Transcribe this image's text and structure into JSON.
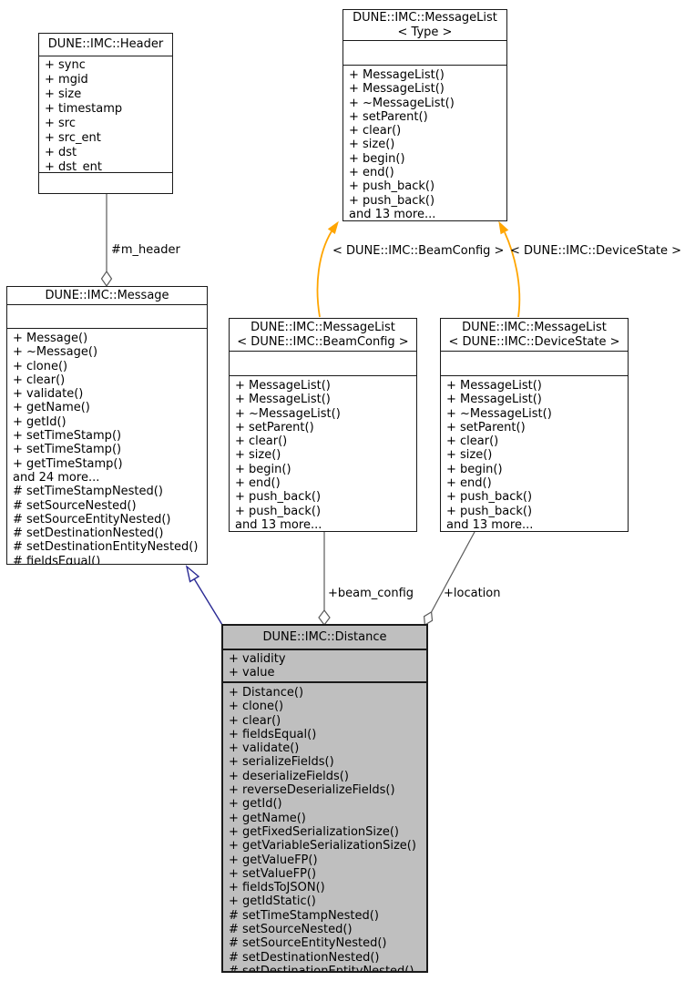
{
  "diagram": {
    "type": "uml-collaboration-diagram",
    "colors": {
      "edge": "#5a5a5a",
      "template_edge": "#ffa500",
      "inheritance_edge": "#2a2a94",
      "border": "#1a1a1a",
      "node_fill": "#ffffff",
      "selected_fill": "#bfbfbf",
      "text": "#000000",
      "bg": "#ffffff"
    },
    "classes": {
      "header": {
        "title": "DUNE::IMC::Header",
        "attributes": [
          "+ sync",
          "+ mgid",
          "+ size",
          "+ timestamp",
          "+ src",
          "+ src_ent",
          "+ dst",
          "+ dst_ent"
        ],
        "methods": []
      },
      "messagelist_type": {
        "title_line1": "DUNE::IMC::MessageList",
        "title_line2": "< Type >",
        "attributes": [],
        "methods": [
          "+ MessageList()",
          "+ MessageList()",
          "+ ~MessageList()",
          "+ setParent()",
          "+ clear()",
          "+ size()",
          "+ begin()",
          "+ end()",
          "+ push_back()",
          "+ push_back()",
          "and 13 more..."
        ]
      },
      "message": {
        "title": "DUNE::IMC::Message",
        "attributes": [],
        "methods": [
          "+ Message()",
          "+ ~Message()",
          "+ clone()",
          "+ clear()",
          "+ validate()",
          "+ getName()",
          "+ getId()",
          "+ setTimeStamp()",
          "+ setTimeStamp()",
          "+ getTimeStamp()",
          "and 24 more...",
          "# setTimeStampNested()",
          "# setSourceNested()",
          "# setSourceEntityNested()",
          "# setDestinationNested()",
          "# setDestinationEntityNested()",
          "# fieldsEqual()"
        ]
      },
      "messagelist_beamconfig": {
        "title_line1": "DUNE::IMC::MessageList",
        "title_line2": "< DUNE::IMC::BeamConfig >",
        "attributes": [],
        "methods": [
          "+ MessageList()",
          "+ MessageList()",
          "+ ~MessageList()",
          "+ setParent()",
          "+ clear()",
          "+ size()",
          "+ begin()",
          "+ end()",
          "+ push_back()",
          "+ push_back()",
          "and 13 more..."
        ]
      },
      "messagelist_devicestate": {
        "title_line1": "DUNE::IMC::MessageList",
        "title_line2": "< DUNE::IMC::DeviceState >",
        "attributes": [],
        "methods": [
          "+ MessageList()",
          "+ MessageList()",
          "+ ~MessageList()",
          "+ setParent()",
          "+ clear()",
          "+ size()",
          "+ begin()",
          "+ end()",
          "+ push_back()",
          "+ push_back()",
          "and 13 more..."
        ]
      },
      "distance": {
        "title": "DUNE::IMC::Distance",
        "attributes": [
          "+ validity",
          "+ value"
        ],
        "methods": [
          "+ Distance()",
          "+ clone()",
          "+ clear()",
          "+ fieldsEqual()",
          "+ validate()",
          "+ serializeFields()",
          "+ deserializeFields()",
          "+ reverseDeserializeFields()",
          "+ getId()",
          "+ getName()",
          "+ getFixedSerializationSize()",
          "+ getVariableSerializationSize()",
          "+ getValueFP()",
          "+ setValueFP()",
          "+ fieldsToJSON()",
          "+ getIdStatic()",
          "# setTimeStampNested()",
          "# setSourceNested()",
          "# setSourceEntityNested()",
          "# setDestinationNested()",
          "# setDestinationEntityNested()"
        ]
      }
    },
    "edges": {
      "m_header_label": "#m_header",
      "beamconfig_template_label": "< DUNE::IMC::BeamConfig >",
      "devicestate_template_label": "< DUNE::IMC::DeviceState >",
      "beam_config_label": "+beam_config",
      "location_label": "+location"
    }
  }
}
